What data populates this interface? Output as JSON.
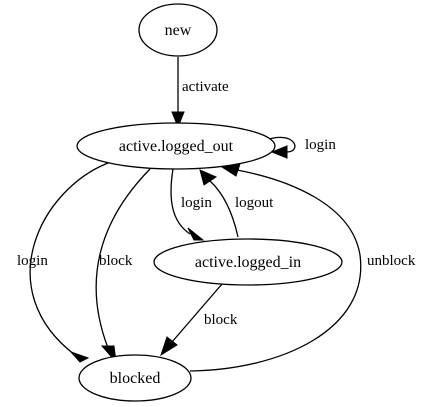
{
  "diagram": {
    "type": "state-machine",
    "colors": {
      "stroke": "#000000",
      "fill": "#ffffff",
      "background": "#ffffff"
    },
    "states": {
      "new": "new",
      "active_logged_out": "active.logged_out",
      "active_logged_in": "active.logged_in",
      "blocked": "blocked"
    },
    "transitions": {
      "activate": "activate",
      "login_self": "login",
      "login_to_logged_in": "login",
      "logout": "logout",
      "login_to_blocked": "login",
      "block_from_logged_out": "block",
      "block_from_logged_in": "block",
      "unblock": "unblock"
    }
  }
}
